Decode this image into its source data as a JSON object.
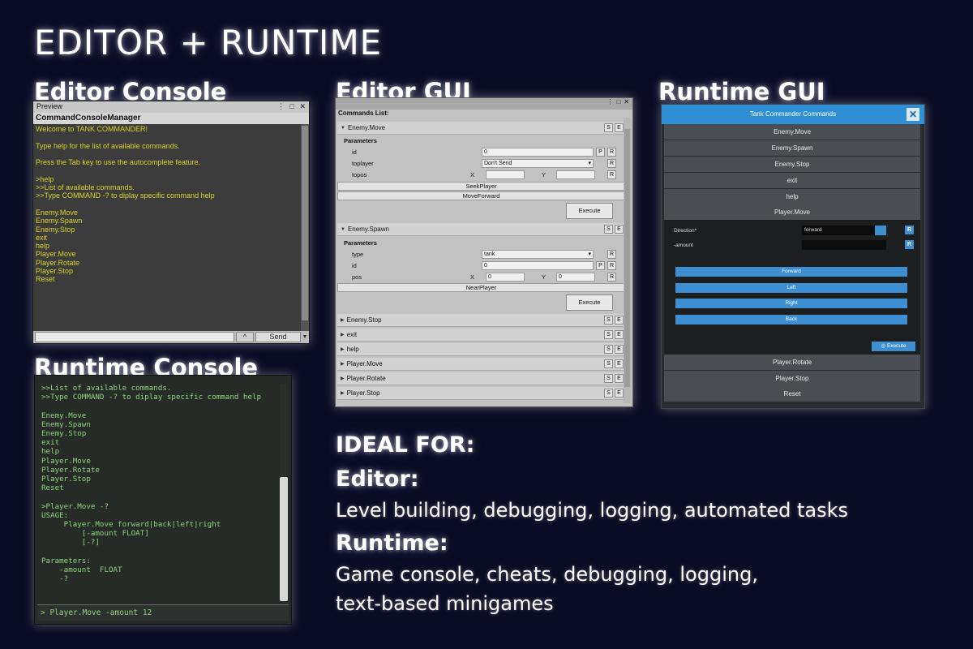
{
  "title": "EDITOR + RUNTIME",
  "sections": {
    "editor_console": "Editor Console",
    "editor_gui": "Editor GUI",
    "runtime_gui": "Runtime GUI",
    "runtime_console": "Runtime Console"
  },
  "editor_console": {
    "window_tab": "Preview",
    "window_controls": [
      "⋮",
      "□",
      "✕"
    ],
    "object_name": "CommandConsoleManager",
    "log_lines": [
      "Welcome to TANK COMMANDER!",
      "",
      "Type help for the list of available commands.",
      "",
      "Press the Tab key to use the autocomplete feature.",
      "",
      ">help",
      ">>List of available commands.",
      ">>Type COMMAND -? to diplay specific command help",
      "",
      "Enemy.Move",
      "Enemy.Spawn",
      "Enemy.Stop",
      "exit",
      "help",
      "Player.Move",
      "Player.Rotate",
      "Player.Stop",
      "Reset"
    ],
    "caret_label": "^",
    "send_label": "Send",
    "scroll_down": "▼"
  },
  "runtime_console": {
    "log_lines": [
      ">>List of available commands.",
      ">>Type COMMAND -? to diplay specific command help",
      "",
      "Enemy.Move",
      "Enemy.Spawn",
      "Enemy.Stop",
      "exit",
      "help",
      "Player.Move",
      "Player.Rotate",
      "Player.Stop",
      "Reset",
      "",
      ">Player.Move -?",
      "USAGE:",
      "     Player.Move forward|back|left|right",
      "         [-amount FLOAT]",
      "         [-?]",
      "",
      "Parameters:",
      "    -amount  FLOAT",
      "    -?"
    ],
    "input_value": "> Player.Move -amount 12"
  },
  "editor_gui": {
    "window_controls": [
      "⋮",
      "□",
      "✕"
    ],
    "list_label": "Commands List:",
    "s_label": "S",
    "e_label": "E",
    "p_label": "P",
    "r_label": "R",
    "parameters_label": "Parameters",
    "execute_label": "Execute",
    "enemy_move": {
      "name": "Enemy.Move",
      "params": {
        "id_label": "id",
        "id_value": "0",
        "toplayer_label": "toplayer",
        "toplayer_value": "Don't Send",
        "topos_label": "topos",
        "x_label": "X",
        "y_label": "Y"
      },
      "buttons": [
        "SeekPlayer",
        "MoveForward"
      ]
    },
    "enemy_spawn": {
      "name": "Enemy.Spawn",
      "params": {
        "type_label": "type",
        "type_value": "tank",
        "id_label": "id",
        "id_value": "0",
        "pos_label": "pos",
        "x_label": "X",
        "x_value": "0",
        "y_label": "Y",
        "y_value": "0"
      },
      "buttons": [
        "NearPlayer"
      ]
    },
    "collapsed": [
      "Enemy.Stop",
      "exit",
      "help",
      "Player.Move",
      "Player.Rotate",
      "Player.Stop"
    ]
  },
  "runtime_gui": {
    "header": "Tank Commander Commands",
    "close_label": "✕",
    "top_commands": [
      "Enemy.Move",
      "Enemy.Spawn",
      "Enemy.Stop",
      "exit",
      "help",
      "Player.Move"
    ],
    "direction_label": "Direction*",
    "direction_value": "forward",
    "amount_label": "-amount",
    "r_label": "R",
    "direction_buttons": [
      "Forward",
      "Left",
      "Right",
      "Back"
    ],
    "execute_label": "Execute",
    "bottom_commands": [
      "Player.Rotate",
      "Player.Stop",
      "Reset"
    ]
  },
  "ideal": {
    "heading": "IDEAL FOR:",
    "editor_label": "Editor:",
    "editor_text": "Level building, debugging, logging, automated tasks",
    "runtime_label": "Runtime:",
    "runtime_text_1": "Game console, cheats, debugging, logging,",
    "runtime_text_2": "text-based minigames"
  },
  "colors": {
    "background": "#0a0b24",
    "console_yellow": "#d7d42a",
    "console_green": "#8ed47a",
    "accent_blue": "#3d8fd2"
  }
}
